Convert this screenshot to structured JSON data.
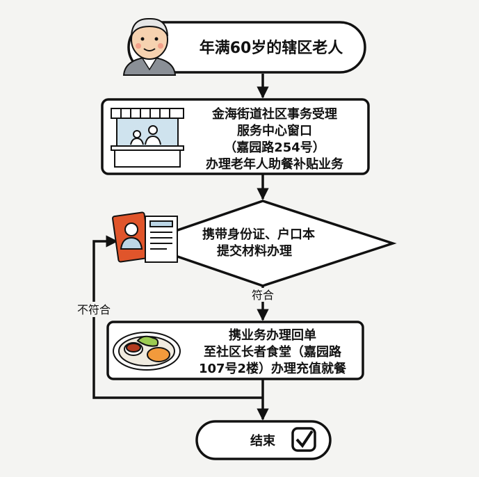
{
  "start": {
    "label": "年满60岁的辖区老人",
    "icon": "elderly-man-icon"
  },
  "step1": {
    "lines": [
      "金海街道社区事务受理",
      "服务中心窗口",
      "（嘉园路254号）",
      "办理老年人助餐补贴业务"
    ],
    "icon": "service-counter-icon"
  },
  "decision": {
    "lines": [
      "携带身份证、户口本",
      "提交材料办理"
    ],
    "icon": "id-documents-icon"
  },
  "edges": {
    "yes": "符合",
    "no": "不符合"
  },
  "step2": {
    "lines": [
      "携业务办理回单",
      "至社区长者食堂（嘉园路",
      "107号2楼）办理充值就餐"
    ],
    "icon": "meal-plate-icon"
  },
  "end": {
    "label": "结束",
    "icon": "checkbox-check-icon"
  },
  "colors": {
    "stroke": "#111111",
    "background": "#f4f4f2",
    "accent": "#e0552b"
  }
}
